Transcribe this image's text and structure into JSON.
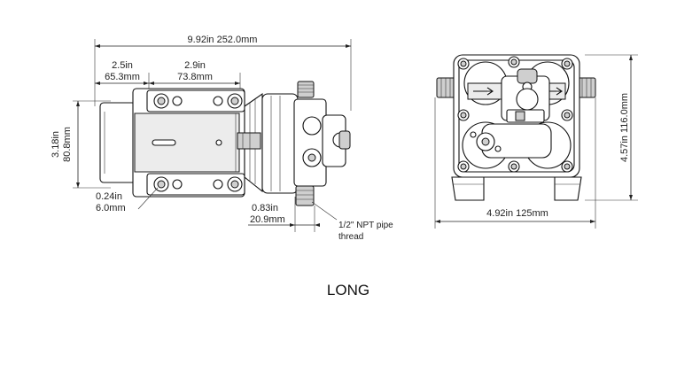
{
  "side_view": {
    "overall_length": "9.92in 252.0mm",
    "seg1_in": "2.5in",
    "seg1_mm": "65.3mm",
    "seg2_in": "2.9in",
    "seg2_mm": "73.8mm",
    "height_in": "3.18in",
    "height_mm": "80.8mm",
    "hole_in": "0.24in",
    "hole_mm": "6.0mm",
    "port_in": "0.83in",
    "port_mm": "20.9mm",
    "npt_line1": "1/2\" NPT pipe",
    "npt_line2": "thread"
  },
  "front_view": {
    "width": "4.92in 125mm",
    "height": "4.57in 116.0mm"
  },
  "caption": "LONG"
}
